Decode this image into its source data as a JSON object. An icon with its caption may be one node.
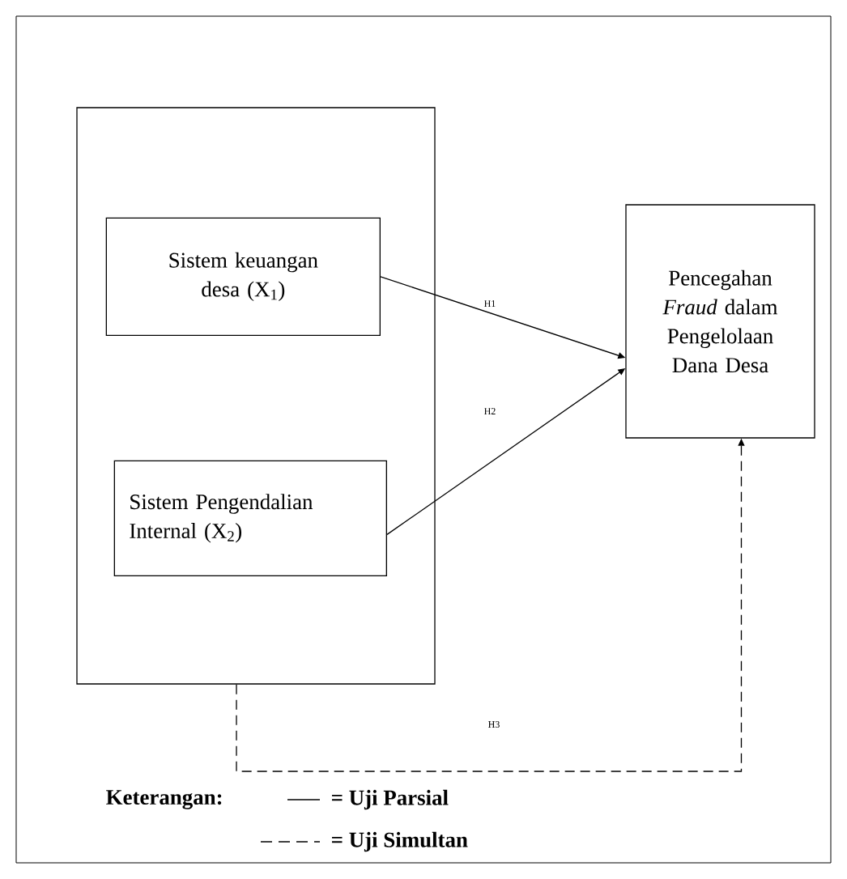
{
  "diagram": {
    "nodes": [
      {
        "text": [],
        "shape": "box"
      },
      {
        "text": [
          "Sistem keuangan desa (X$_{1}$)"
        ],
        "in": 0
      },
      {
        "text": [
          "Sistem Pengendalian Internal (X$_{2}$)"
        ],
        "in": 0
      },
      {
        "text": [
          "Pencegahan *Fraud* dalam Pengelolaan Dana Desa"
        ]
      }
    ],
    "edges": [
      {
        "from": 1,
        "to": 3,
        "arrow": "to",
        "label": "H1"
      },
      {
        "from": 2,
        "to": 3,
        "arrow": "to",
        "label": "H2"
      },
      {
        "from": 0,
        "to": 3,
        "arrow": "to",
        "label": "H3",
        "style": "dashed"
      }
    ],
    "labels": [
      "Keterangan:"
    ],
    "legend": [
      {
        "text": "= Uji Parsial"
      },
      {
        "text": "= Uji Simultan"
      }
    ]
  }
}
